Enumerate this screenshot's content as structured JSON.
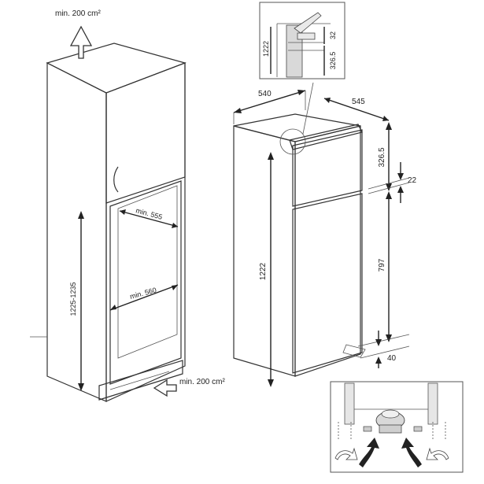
{
  "colors": {
    "line": "#333333",
    "cabinet_side": "#ececec",
    "cabinet_front": "#e2e2e2",
    "door_top": "#a9a9a9",
    "niche_inside": "#d5d5d5",
    "vent": "#9a9a9a",
    "fridge_side": "#f4f4f4",
    "fridge_front": "#ececec",
    "detail_fill": "#d9d9d9"
  },
  "cabinet": {
    "ventilation_top": "min. 200 cm²",
    "ventilation_bottom": "min. 200 cm²",
    "width_top": "min. 555",
    "width_bottom": "min. 560",
    "niche_height": "1225-1235"
  },
  "appliance": {
    "width": "540",
    "depth": "545",
    "total_height": "1222",
    "upper_height": "326.5",
    "gap": "22",
    "lower_height": "797",
    "bottom_gap": "40"
  },
  "top_detail": {
    "height": "1222",
    "gap": "32",
    "upper": "326.5"
  },
  "bottom_detail": {
    "arrow_icons": [
      "rotate-arrow-icon",
      "rotate-arrow-icon",
      "rotate-arrow-icon",
      "rotate-arrow-icon"
    ]
  }
}
